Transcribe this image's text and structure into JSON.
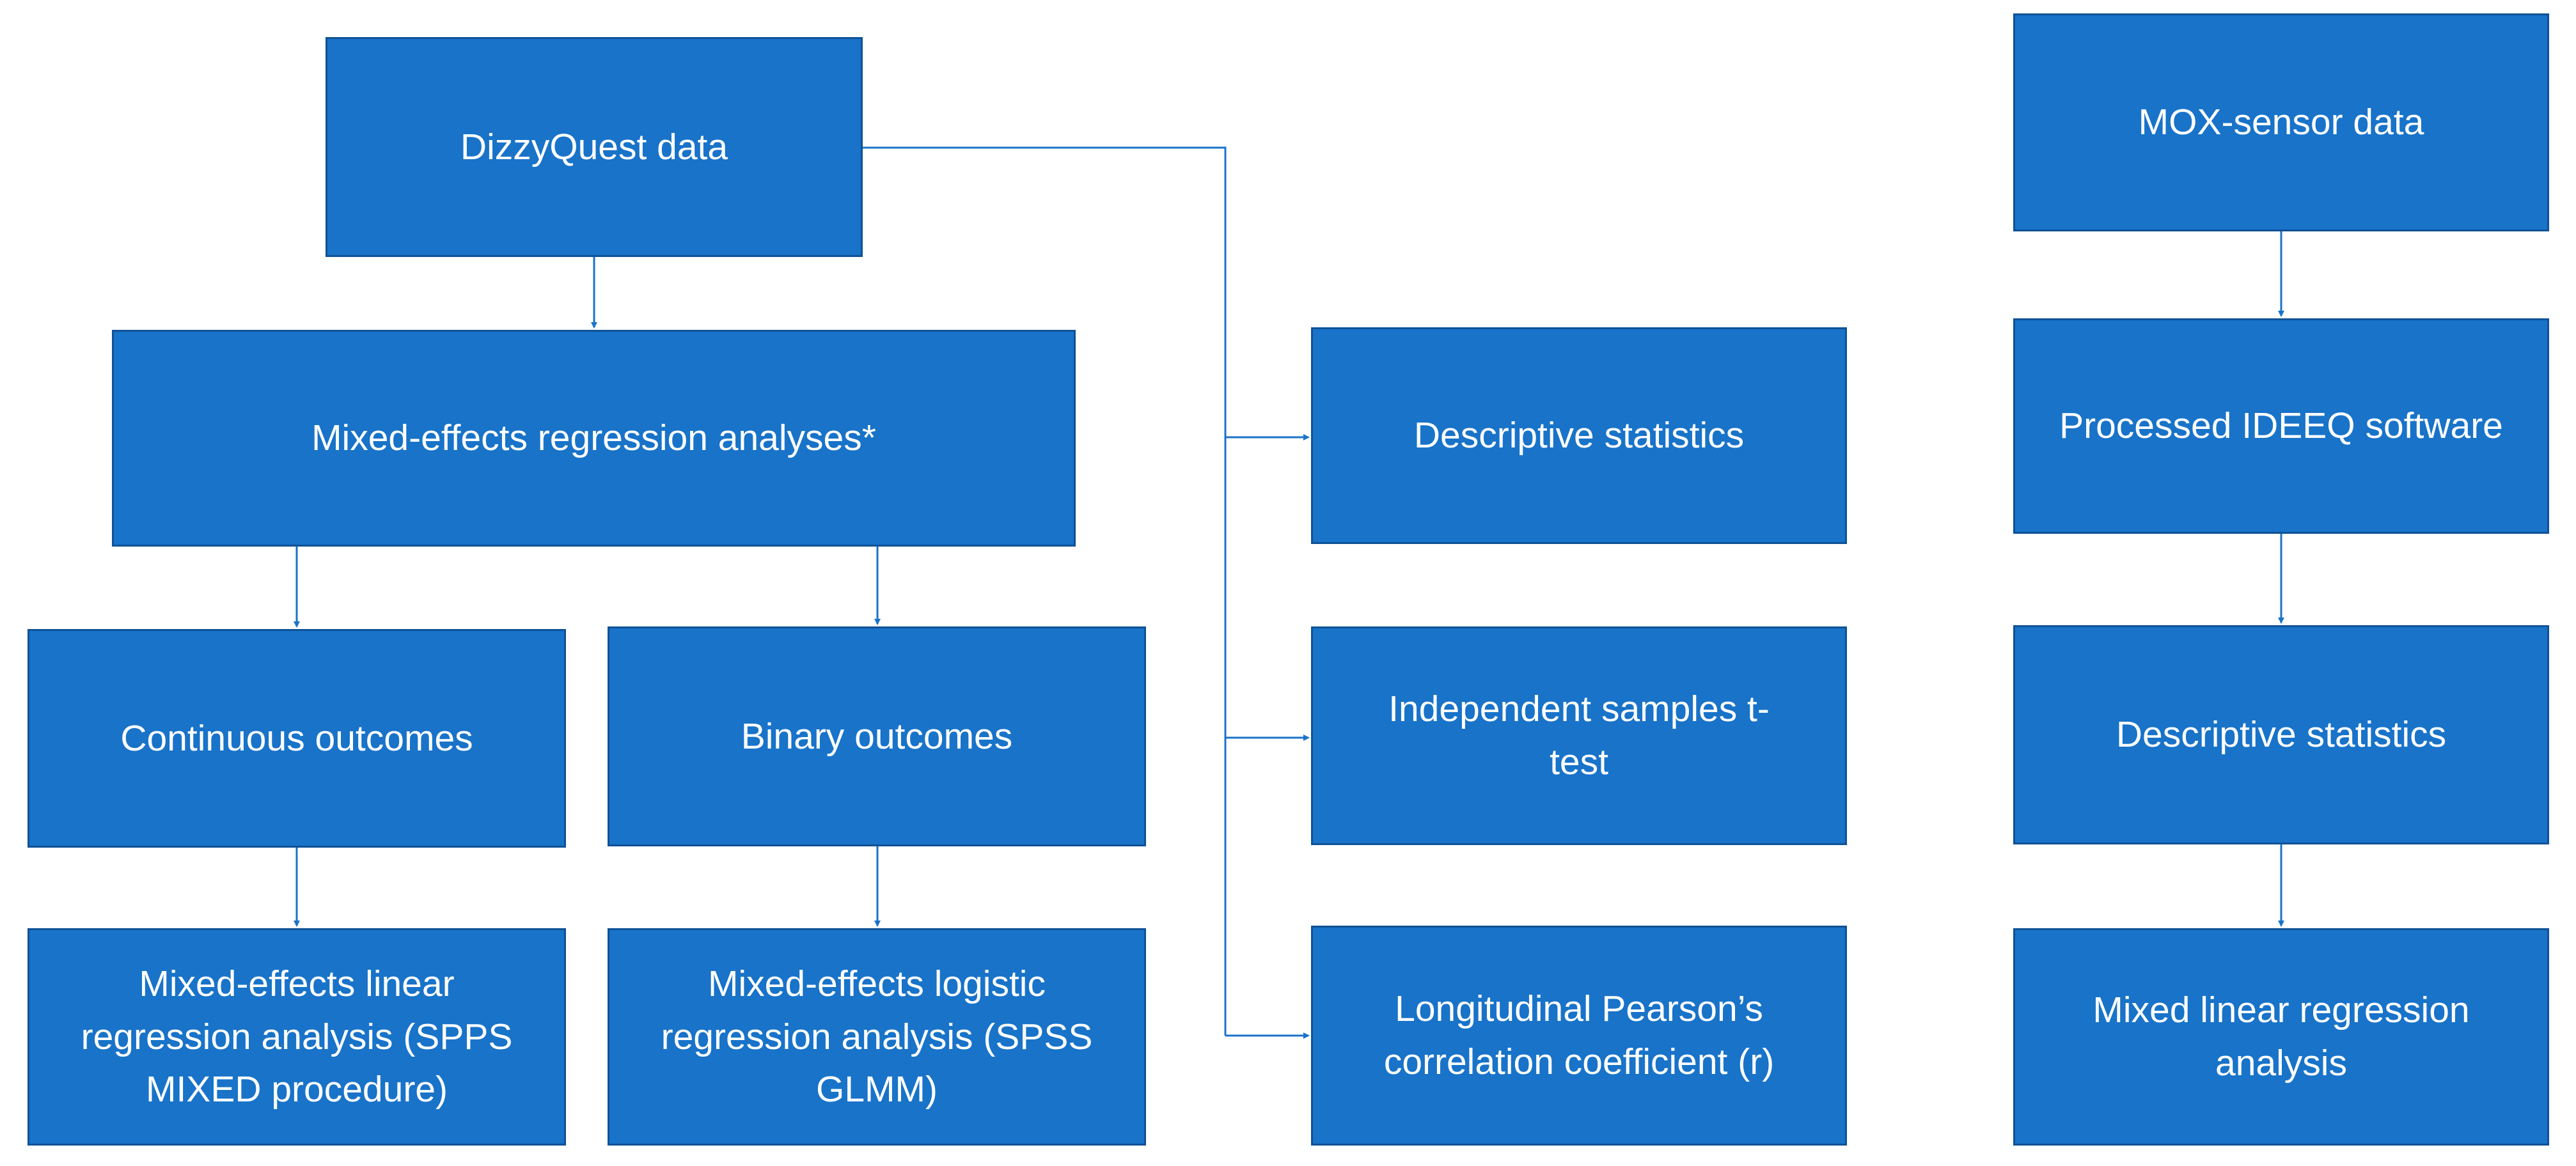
{
  "colors": {
    "box_fill": "#1873c9",
    "box_border": "#0f5296",
    "text": "#ffffff",
    "connector": "#1a73c8"
  },
  "nodes": {
    "dizzyquest": "DizzyQuest data",
    "mixed_effects": "Mixed-effects regression analyses*",
    "continuous": "Continuous outcomes",
    "binary": "Binary outcomes",
    "linear": "Mixed-effects linear\nregression analysis (SPPS\nMIXED procedure)",
    "logistic": "Mixed-effects logistic\nregression analysis (SPSS\nGLMM)",
    "descriptive_left": "Descriptive statistics",
    "ttest": "Independent samples t-\ntest",
    "pearson": "Longitudinal Pearson’s\ncorrelation coefficient (r)",
    "mox": "MOX-sensor data",
    "ideeq": "Processed IDEEQ software",
    "descriptive_right": "Descriptive statistics",
    "mixed_linear": "Mixed linear regression\nanalysis"
  }
}
